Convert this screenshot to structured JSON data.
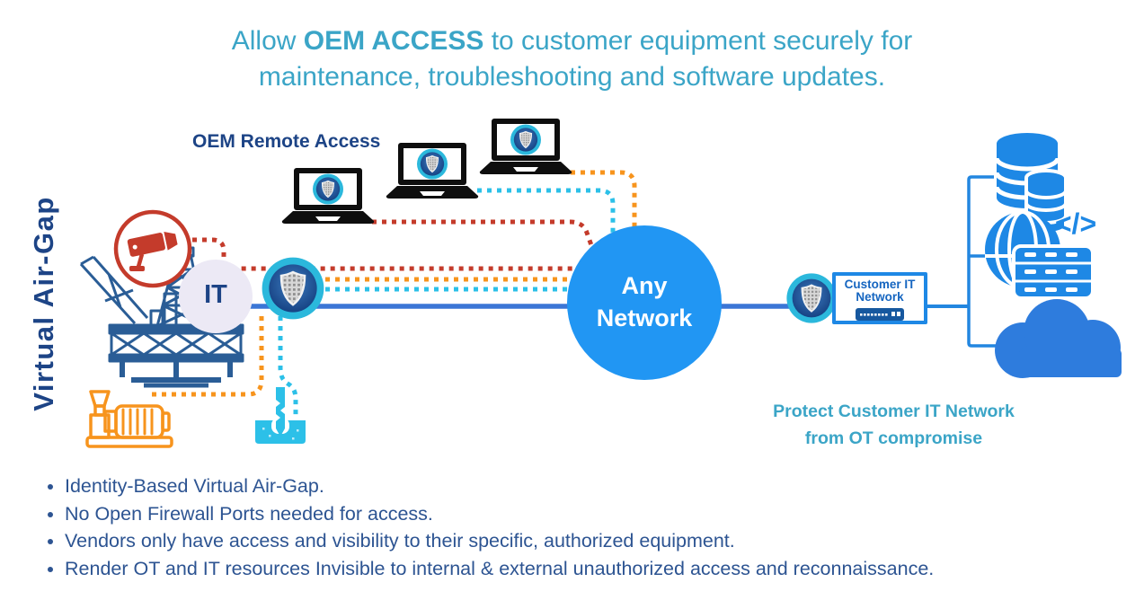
{
  "title": {
    "pre": "Allow ",
    "highlight": "OEM ACCESS",
    "post": " to customer equipment securely for maintenance, troubleshooting and software updates."
  },
  "side_label": "Virtual Air-Gap",
  "labels": {
    "oem_remote_access": "OEM Remote Access",
    "it_badge": "IT",
    "any_network_line1": "Any",
    "any_network_line2": "Network",
    "customer_box_line1": "Customer IT",
    "customer_box_line2": "Network",
    "protect_line1": "Protect Customer IT Network",
    "protect_line2": "from OT compromise"
  },
  "bullets": [
    "Identity-Based Virtual Air-Gap.",
    "No Open Firewall Ports needed for access.",
    "Vendors only have access and visibility to their specific, authorized equipment.",
    "Render OT and IT resources Invisible to internal & external unauthorized  access and reconnaissance."
  ],
  "icons": {
    "code_glyph": "</>",
    "names": [
      "security-camera-icon",
      "oil-rig-icon",
      "pump-icon",
      "drill-icon",
      "laptop-icon",
      "shield-icon",
      "database-icon",
      "globe-icon",
      "code-icon",
      "server-rack-icon",
      "cloud-icon",
      "network-switch-icon"
    ]
  },
  "colors": {
    "teal": "#3ba5c7",
    "navy": "#1d4486",
    "bullet_text": "#2d5492",
    "network_blue": "#2196f3",
    "icon_blue": "#1e88e5",
    "line_blue": "#3b76d6",
    "red": "#c43b2b",
    "orange": "#f7941d",
    "cyan": "#2cc0e8",
    "rig_blue": "#2a5d96",
    "it_circle_bg": "#ece9f5"
  }
}
